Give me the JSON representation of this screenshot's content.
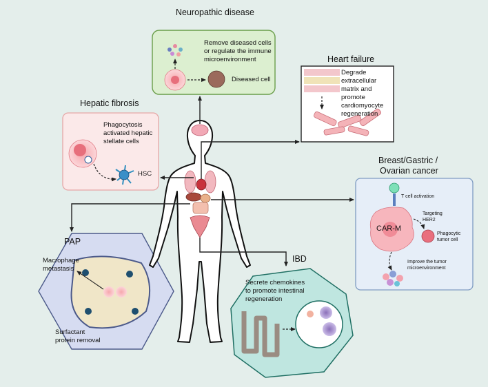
{
  "neuropathic": {
    "title": "Neuropathic disease",
    "line1": "Remove diseased cells",
    "line2": "or regulate the immune",
    "line3": "microenvironment",
    "cell_label": "Diseased cell"
  },
  "heart": {
    "title": "Heart failure",
    "line1": "Degrade",
    "line2": "extracellular",
    "line3": "matrix and",
    "line4": "promote",
    "line5": "cardiomyocyte",
    "line6": "regeneration"
  },
  "hepatic": {
    "title": "Hepatic fibrosis",
    "line1": "Phagocytosis",
    "line2": "activated hepatic",
    "line3": "stellate cells",
    "hsc_label": "HSC"
  },
  "cancer": {
    "title_line1": "Breast/Gastric /",
    "title_line2": "Ovarian  cancer",
    "t_cell": "T cell activation",
    "targeting_1": "Targeting",
    "targeting_2": "HER2",
    "carm": "CAR-M",
    "phago_1": "Phagocytic",
    "phago_2": "tumor cell",
    "improve_1": "Improve the tumor",
    "improve_2": "microenvironment"
  },
  "pap": {
    "title": "PAP",
    "line1": "Macrophage",
    "line2": "metastasis",
    "line3": "Surfactant",
    "line4": "protein removal"
  },
  "ibd": {
    "title": "IBD",
    "line1": "Secrete chemokines",
    "line2": "to promote intestinal",
    "line3": "regeneration"
  },
  "colors": {
    "background": "#e4eeeb",
    "neuro_box": "#dcefd0",
    "heart_box": "#ffffff",
    "hepatic_box": "#fbe9e9",
    "cancer_box": "#e6eef8",
    "pap_hex": "#d6dcf1",
    "ibd_oct": "#bfe6e0"
  }
}
